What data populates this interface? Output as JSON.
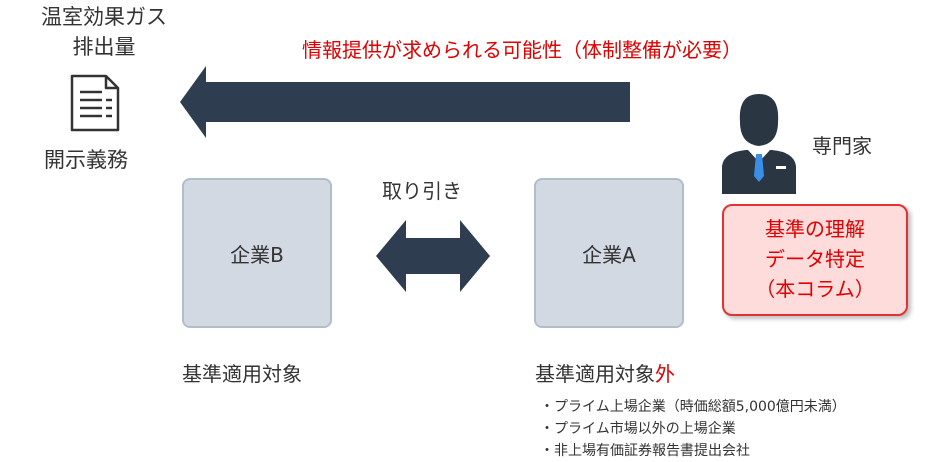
{
  "ghg_label": {
    "line1": "温室効果ガス",
    "line2": "排出量"
  },
  "disclosure_label": "開示義務",
  "info_note": "情報提供が求められる可能性（体制整備が必要）",
  "trade_label": "取り引き",
  "expert_label": "専門家",
  "company_b": "企業B",
  "company_a": "企業A",
  "expert_box": {
    "line1": "基準の理解",
    "line2": "データ特定",
    "line3": "（本コラム）"
  },
  "target_b": "基準適用対象",
  "target_a": {
    "base": "基準適用対象",
    "suffix": "外"
  },
  "bullets": [
    "・プライム上場企業（時価総額5,000億円未満）",
    "・プライム市場以外の上場企業",
    "・非上場有価証券報告書提出会社"
  ],
  "colors": {
    "arrow": "#2e3e50",
    "red": "#e00000",
    "box_fill": "#d2d9e2",
    "red_box_fill": "#ffdcdc"
  }
}
